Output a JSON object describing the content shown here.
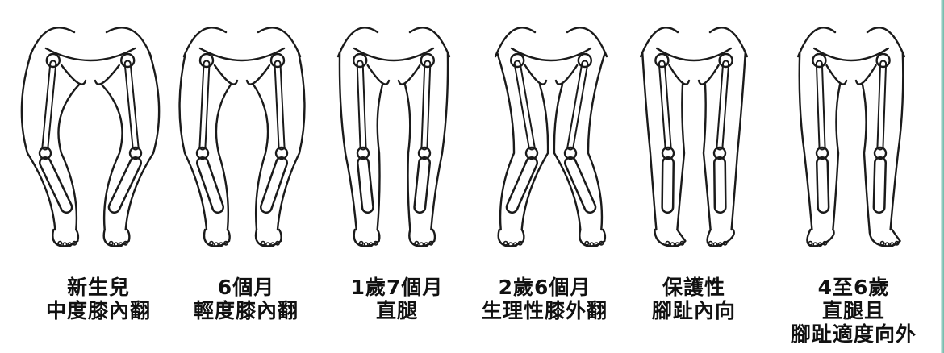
{
  "stages": [
    {
      "id": "newborn",
      "lines": [
        "新生兒",
        "中度膝內翻"
      ],
      "shape": "bowed-moderate"
    },
    {
      "id": "6m",
      "lines": [
        "6個月",
        "輕度膝內翻"
      ],
      "shape": "bowed-mild"
    },
    {
      "id": "1y7m",
      "lines": [
        "1歲7個月",
        "直腿"
      ],
      "shape": "straight"
    },
    {
      "id": "2y6m",
      "lines": [
        "2歲6個月",
        "生理性膝外翻"
      ],
      "shape": "knock-knee"
    },
    {
      "id": "protective",
      "lines": [
        "保護性",
        "腳趾內向"
      ],
      "shape": "toe-in"
    },
    {
      "id": "4to6y",
      "lines": [
        "4至6歲",
        "直腿且",
        "腳趾適度向外"
      ],
      "shape": "straight-toe-out"
    }
  ],
  "colors": {
    "line": "#1a1a1a",
    "background": "#ffffff",
    "edge": "#6fb7a8"
  }
}
